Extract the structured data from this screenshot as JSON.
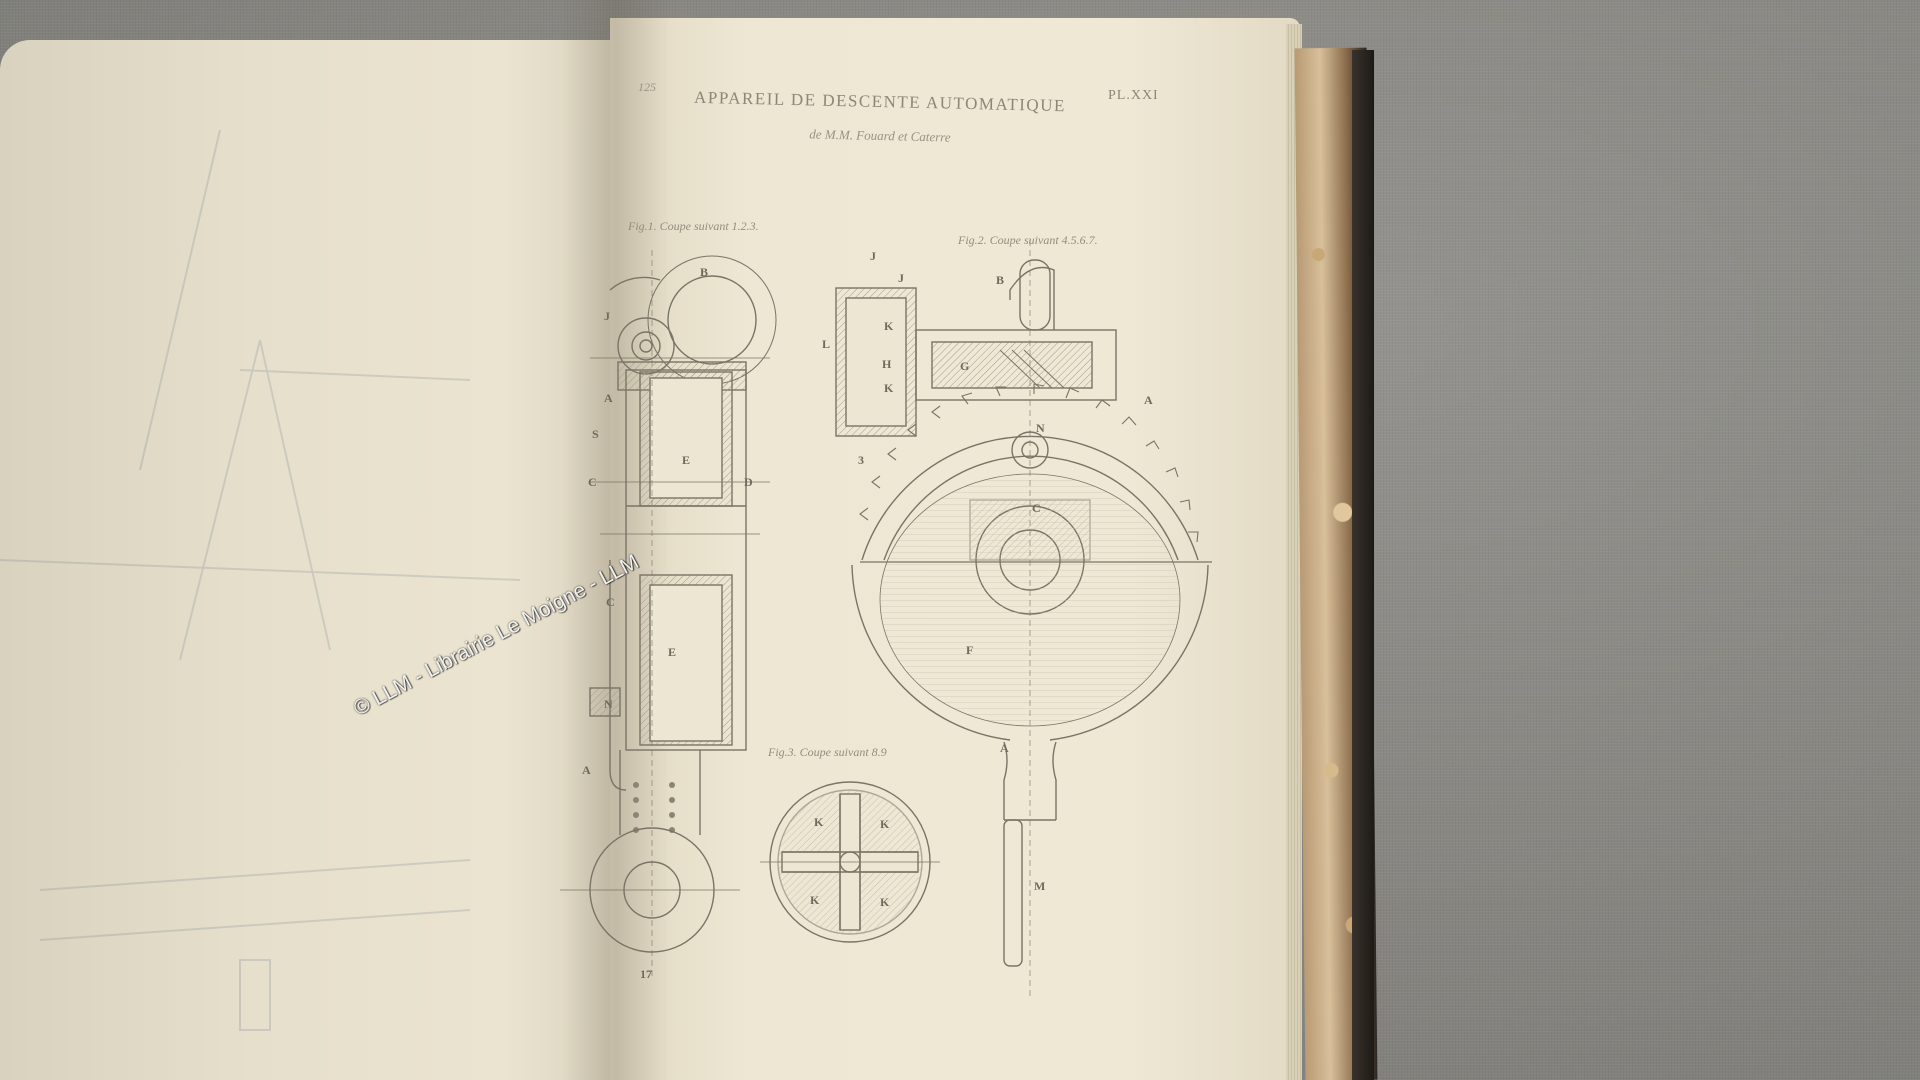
{
  "plate": {
    "folio": "125",
    "title": "APPAREIL DE DESCENTE AUTOMATIQUE",
    "subtitle": "de M.M. Fouard et Caterre",
    "number": "PL.XXI"
  },
  "figures": [
    {
      "caption": "Fig.1. Coupe suivant 1.2.3."
    },
    {
      "caption": "Fig.2. Coupe suivant 4.5.6.7."
    },
    {
      "caption": "Fig.3. Coupe suivant 8.9"
    }
  ],
  "labels": {
    "fig1": [
      "B",
      "J",
      "A",
      "S",
      "C",
      "D",
      "E",
      "C",
      "E",
      "N",
      "A",
      "17"
    ],
    "fig2": [
      "B",
      "J",
      "J",
      "K",
      "H",
      "K",
      "L",
      "G",
      "A",
      "3",
      "N",
      "C",
      "F",
      "A",
      "M"
    ],
    "fig3": [
      "K",
      "K",
      "K",
      "K"
    ]
  },
  "watermark": "© LLM - Librairie Le Moigne - LLM",
  "colors": {
    "paper": "#efe8d5",
    "ink": "#7a7466",
    "cloth": "#8a8987"
  }
}
